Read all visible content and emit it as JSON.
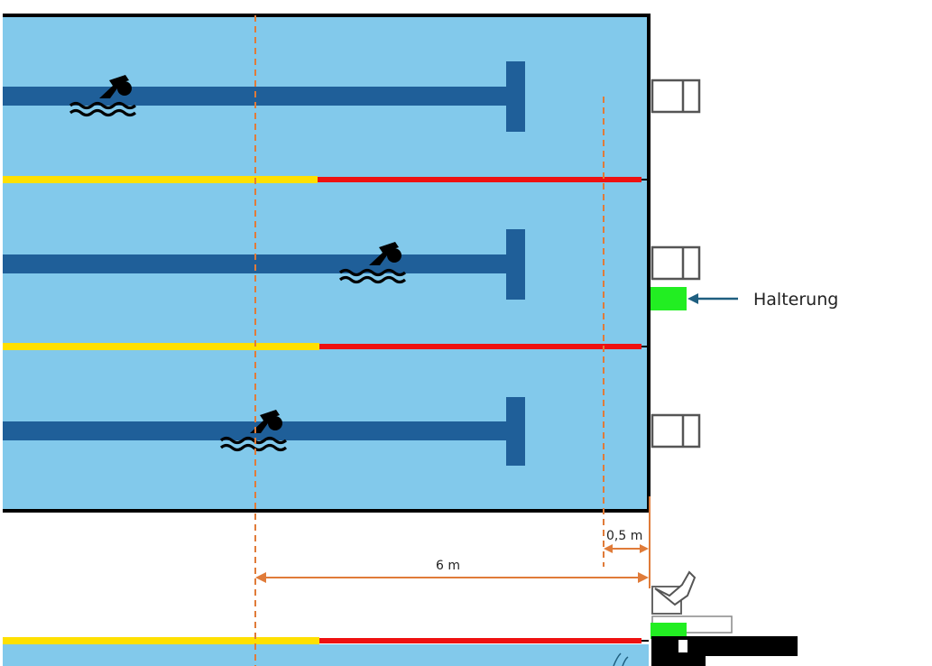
{
  "labels": {
    "mount": "Halterung",
    "distance_main": "6 m",
    "distance_small": "0,5 m"
  },
  "colors": {
    "water": "#82c9eb",
    "lane_marking": "#1f5f99",
    "rope_yellow": "#ffe000",
    "rope_red": "#ee1111",
    "mount": "#22ee22",
    "measure": "#e07b39",
    "arrow": "#1f5f80",
    "pool_edge": "#000000"
  },
  "icons": {
    "swimmer": "swimmer-icon",
    "starting_block": "starting-block-icon",
    "camera": "camera-icon",
    "arrow": "arrow-left-icon"
  }
}
